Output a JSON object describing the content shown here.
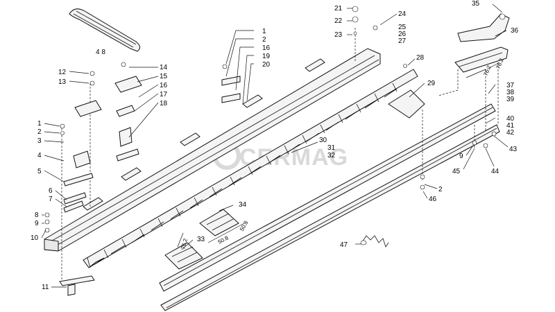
{
  "watermark": "CERMAG",
  "callouts": {
    "n1a": "1",
    "n2a": "2",
    "n16a": "16",
    "n19": "19",
    "n20": "20",
    "n14": "14",
    "n15": "15",
    "n16b": "16",
    "n17": "17",
    "n18": "18",
    "n12": "12",
    "n13": "13",
    "n1b": "1",
    "n2b": "2",
    "n3": "3",
    "n4": "4",
    "n5": "5",
    "n6": "6",
    "n7": "7",
    "n8": "8",
    "n9a": "9",
    "n10": "10",
    "n11": "11",
    "n48": "4 8",
    "n21": "21",
    "n22": "22",
    "n23": "23",
    "n24": "24",
    "n25": "25",
    "n26": "26",
    "n27": "27",
    "n28": "28",
    "n29": "29",
    "n30": "30",
    "n31": "31",
    "n32": "32",
    "n34": "34",
    "n33": "33",
    "n35": "35",
    "n36": "36",
    "n37": "37",
    "n38": "38",
    "n39": "39",
    "n40": "40",
    "n41": "41",
    "n42": "42",
    "n43": "43",
    "n44": "44",
    "n45": "45",
    "n9b": "9",
    "n2c": "2",
    "n46": "46",
    "n47": "47"
  },
  "dimensions": {
    "d1": "76.2",
    "d2": "76.2",
    "d3": "50.8",
    "d4": "50.8",
    "d5": "76.2"
  }
}
